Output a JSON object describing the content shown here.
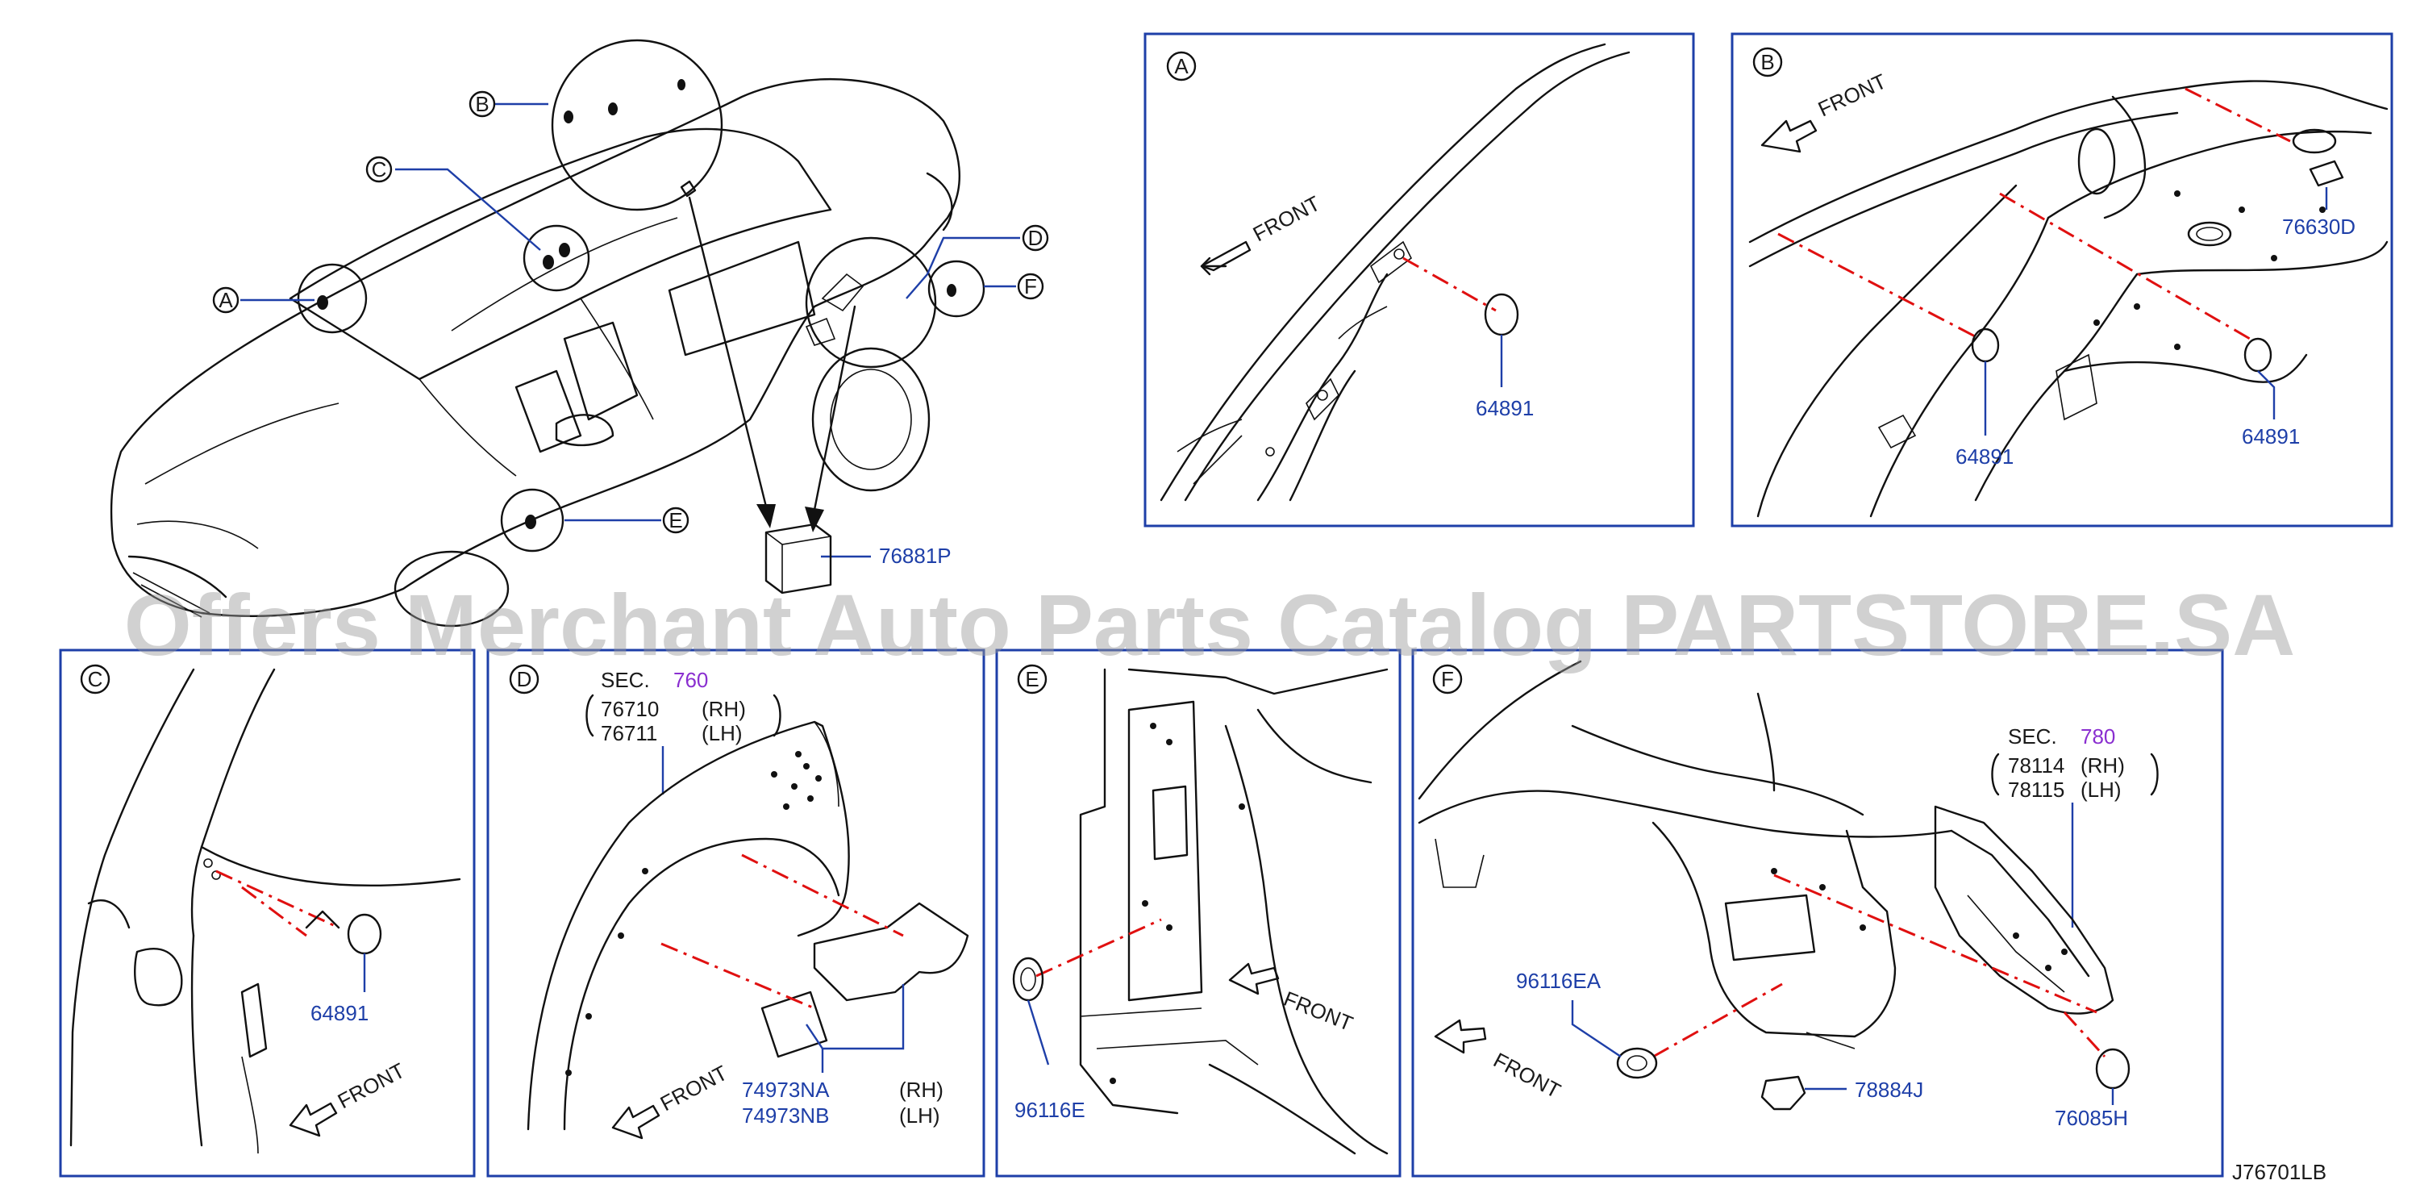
{
  "watermark": "Offers Merchant Auto Parts Catalog PARTSTORE.SA",
  "figure_id": "J76701LB",
  "front_label": "FRONT",
  "overview": {
    "callouts": [
      "A",
      "B",
      "C",
      "D",
      "E",
      "F"
    ],
    "part": "76881P"
  },
  "panels": {
    "A": {
      "letter": "A",
      "parts": [
        "64891"
      ]
    },
    "B": {
      "letter": "B",
      "parts": [
        "76630D",
        "64891",
        "64891"
      ]
    },
    "C": {
      "letter": "C",
      "parts": [
        "64891"
      ]
    },
    "D": {
      "letter": "D",
      "sec_label": "SEC.",
      "sec_num": "760",
      "ref_rows": [
        {
          "num": "76710",
          "side": "(RH)"
        },
        {
          "num": "76711",
          "side": "(LH)"
        }
      ],
      "part_rows": [
        {
          "num": "74973NA",
          "side": "(RH)"
        },
        {
          "num": "74973NB",
          "side": "(LH)"
        }
      ]
    },
    "E": {
      "letter": "E",
      "parts": [
        "96116E"
      ]
    },
    "F": {
      "letter": "F",
      "sec_label": "SEC.",
      "sec_num": "780",
      "ref_rows": [
        {
          "num": "78114",
          "side": "(RH)"
        },
        {
          "num": "78115",
          "side": "(LH)"
        }
      ],
      "parts": [
        "96116EA",
        "78884J",
        "76085H"
      ]
    }
  },
  "colors": {
    "frame": "#1e3fa8",
    "part_number": "#1e3fa8",
    "section_ref": "#8a2fd0",
    "centerline": "#e01010"
  }
}
